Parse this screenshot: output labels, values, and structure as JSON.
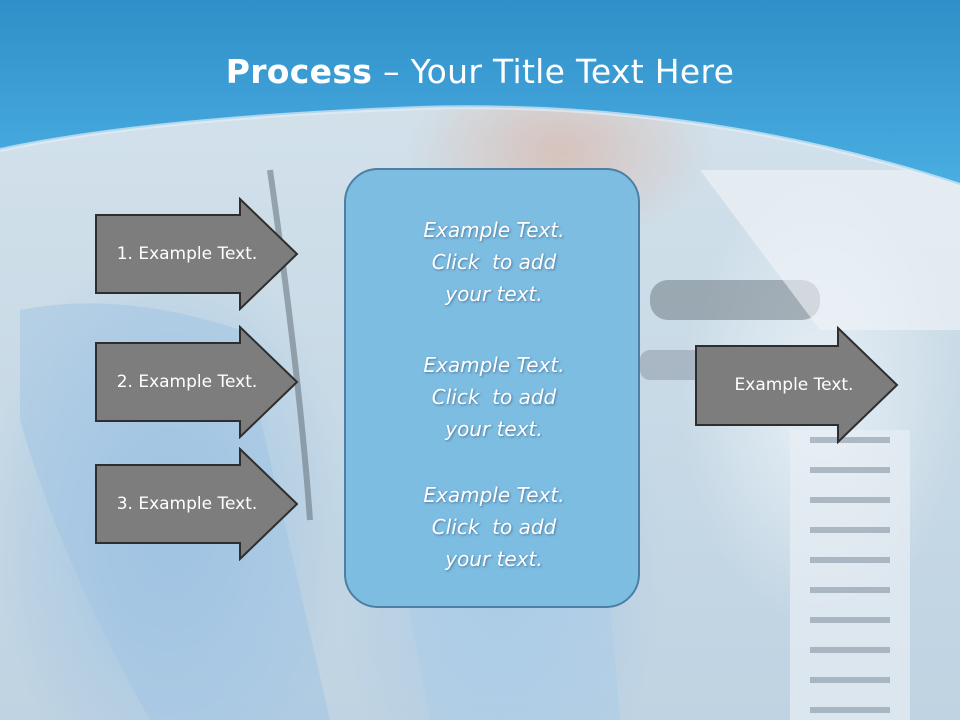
{
  "slide": {
    "title_bold": "Process",
    "title_rest": " – Your Title Text Here",
    "colors": {
      "header_blue": "#3d9fd6",
      "arrow_fill": "#7d7d7d",
      "arrow_stroke": "#2e2e2e",
      "box_fill": "#7dbde2",
      "box_stroke": "#4d7fa2"
    }
  },
  "left_arrows": [
    {
      "label": "1. Example Text."
    },
    {
      "label": "2. Example Text."
    },
    {
      "label": "3. Example Text."
    }
  ],
  "center_box": {
    "blocks": [
      {
        "line1": "Example Text.",
        "line2": "Click  to add",
        "line3": "your text."
      },
      {
        "line1": "Example Text.",
        "line2": "Click  to add",
        "line3": "your text."
      },
      {
        "line1": "Example Text.",
        "line2": "Click  to add",
        "line3": "your text."
      }
    ]
  },
  "right_arrow": {
    "label": "Example Text."
  }
}
